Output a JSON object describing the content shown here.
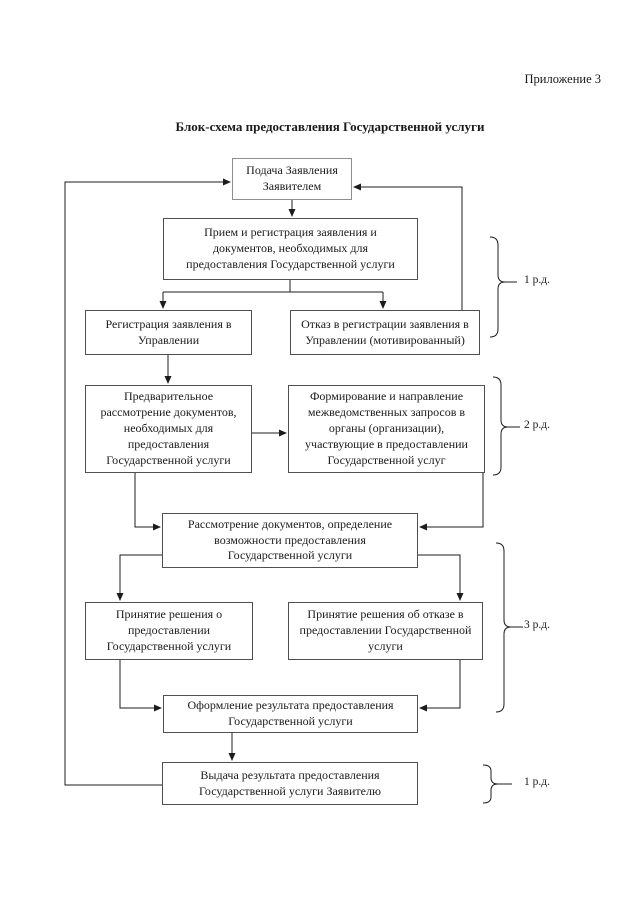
{
  "page": {
    "appendix_label": "Приложение 3",
    "title": "Блок-схема предоставления Государственной услуги"
  },
  "nodes": {
    "submit": {
      "label": "Подача Заявления Заявителем"
    },
    "receive": {
      "label": "Прием и регистрация заявления и документов, необходимых для предоставления Государственной услуги"
    },
    "register": {
      "label": "Регистрация заявления в Управлении"
    },
    "refuse_registration": {
      "label": "Отказ в регистрации заявления в Управлении (мотивированный)"
    },
    "preliminary_review": {
      "label": "Предварительное рассмотрение документов, необходимых для предоставления Государственной услуги"
    },
    "interagency_requests": {
      "label": "Формирование и направление межведомственных запросов в органы (организации), участвующие в предоставлении Государственной услуг"
    },
    "review": {
      "label": "Рассмотрение документов, определение возможности предоставления Государственной услуги"
    },
    "decision_grant": {
      "label": "Принятие решения о предоставлении Государственной услуги"
    },
    "decision_refuse": {
      "label": "Принятие решения об отказе в предоставлении Государственной услуги"
    },
    "formalize_result": {
      "label": "Оформление результата предоставления Государственной услуги"
    },
    "issue_result": {
      "label": "Выдача результата предоставления Государственной услуги Заявителю"
    }
  },
  "durations": [
    {
      "label": "1 р.д."
    },
    {
      "label": "2 р.д."
    },
    {
      "label": "3 р.д."
    },
    {
      "label": "1 р.д."
    }
  ],
  "colors": {
    "background": "#ffffff",
    "text": "#1a1a1a",
    "line": "#1c1c1c",
    "box_border": "#4f4f4f"
  }
}
